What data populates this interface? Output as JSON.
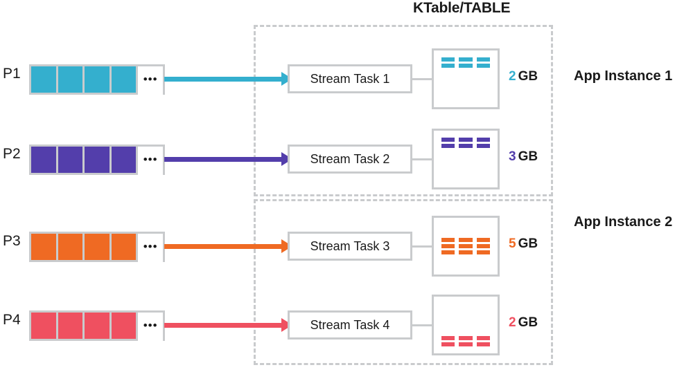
{
  "title": "KTable/TABLE",
  "colors": {
    "frame": "#c9cbcd",
    "text": "#1a1a1a",
    "teal": "#34afce",
    "purple": "#533eab",
    "orange": "#ef6a23",
    "red": "#ef5060"
  },
  "instances": [
    {
      "label": "App Instance 1"
    },
    {
      "label": "App Instance 2"
    }
  ],
  "rows": [
    {
      "partition_label": "P1",
      "color": "#34afce",
      "cells": 4,
      "ellipsis": "•••",
      "task_label": "Stream Task 1",
      "size_value": "2",
      "size_unit": "GB",
      "bar_rows": 2,
      "bar_cols": 3,
      "bar_align": "align-top"
    },
    {
      "partition_label": "P2",
      "color": "#533eab",
      "cells": 4,
      "ellipsis": "•••",
      "task_label": "Stream Task 2",
      "size_value": "3",
      "size_unit": "GB",
      "bar_rows": 2,
      "bar_cols": 3,
      "bar_align": "align-top"
    },
    {
      "partition_label": "P3",
      "color": "#ef6a23",
      "cells": 4,
      "ellipsis": "•••",
      "task_label": "Stream Task 3",
      "size_value": "5",
      "size_unit": "GB",
      "bar_rows": 3,
      "bar_cols": 3,
      "bar_align": "align-center"
    },
    {
      "partition_label": "P4",
      "color": "#ef5060",
      "cells": 4,
      "ellipsis": "•••",
      "task_label": "Stream Task 4",
      "size_value": "2",
      "size_unit": "GB",
      "bar_rows": 2,
      "bar_cols": 3,
      "bar_align": "align-bottom"
    }
  ]
}
